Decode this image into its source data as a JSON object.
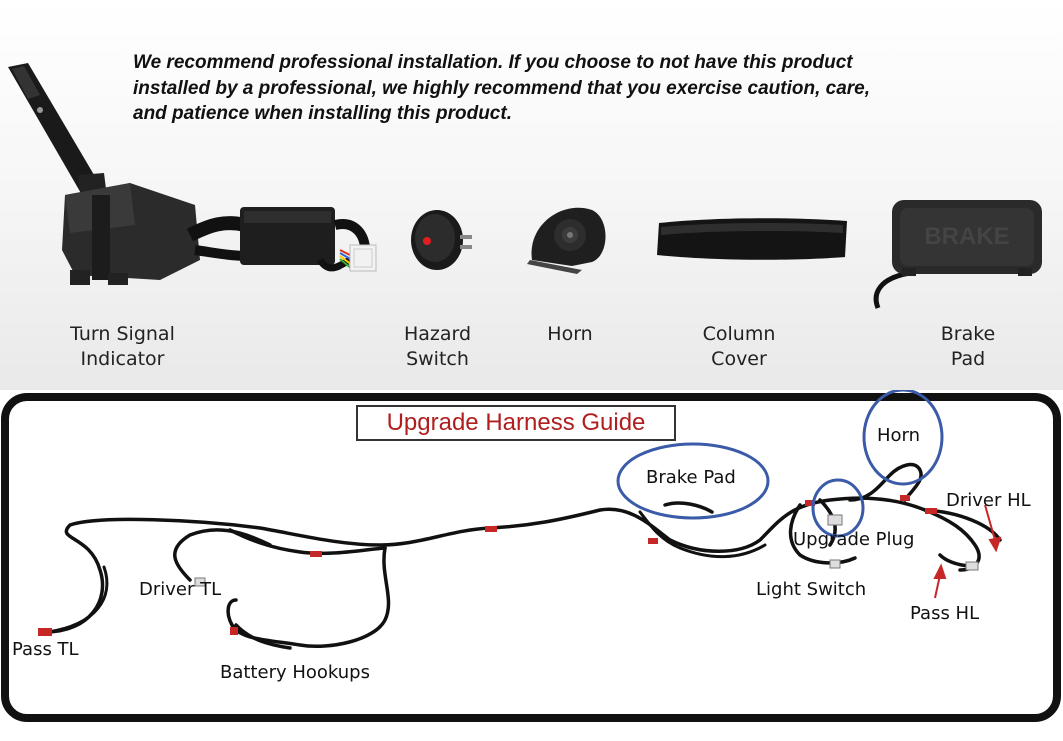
{
  "notice": {
    "line1": "We recommend professional installation. If you choose to not have this product",
    "line2": "installed by a professional, we highly recommend that you exercise caution, care,",
    "line3": "and patience when installing this product."
  },
  "products": [
    {
      "line1": "Turn Signal",
      "line2": "Indicator",
      "icon": "turn-signal-assembly"
    },
    {
      "line1": "Hazard",
      "line2": "Switch",
      "icon": "rocker-switch"
    },
    {
      "line1": "Horn",
      "line2": "",
      "icon": "horn"
    },
    {
      "line1": "Column",
      "line2": "Cover",
      "icon": "column-cover"
    },
    {
      "line1": "Brake",
      "line2": "Pad",
      "icon": "brake-pad",
      "embossed": "BRAKE"
    }
  ],
  "harness": {
    "title": "Upgrade Harness Guide",
    "labels": {
      "horn": "Horn",
      "brake_pad": "Brake Pad",
      "driver_hl": "Driver HL",
      "upgrade_plug": "Upgrade Plug",
      "light_switch": "Light Switch",
      "pass_hl": "Pass HL",
      "driver_tl": "Driver TL",
      "pass_tl": "Pass TL",
      "battery_hookups": "Battery Hookups"
    }
  },
  "colors": {
    "title_text": "#b01e1e",
    "highlight_circle": "#3b5ba8",
    "wire": "#111111",
    "connector": "#c62828"
  }
}
